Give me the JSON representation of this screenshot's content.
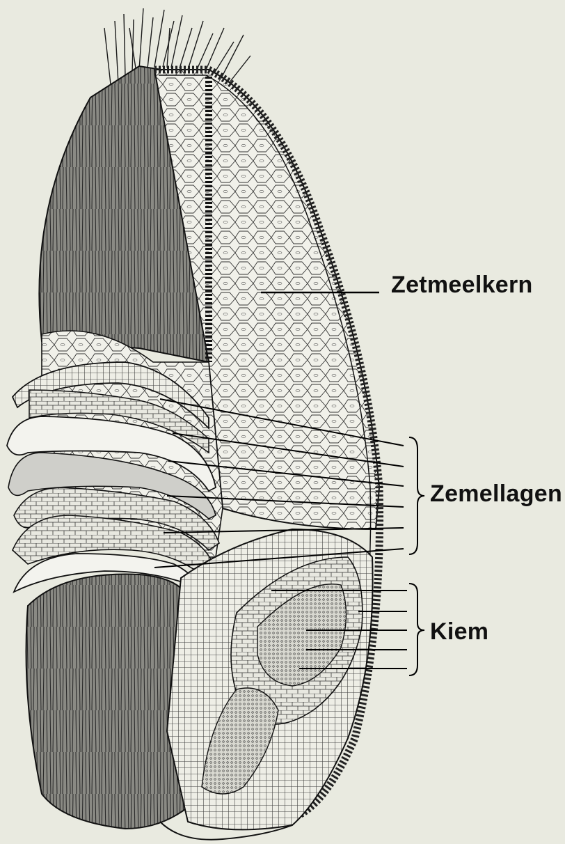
{
  "labels": {
    "zetmeelkern": "Zetmeelkern",
    "zemellagen": "Zemellagen",
    "kiem": "Kiem"
  },
  "colors": {
    "background": "#e9eae0",
    "ink": "#151515",
    "husk": "#6b6b66",
    "layer_light": "#f3f3ee",
    "layer_grey": "#cfcfca"
  }
}
